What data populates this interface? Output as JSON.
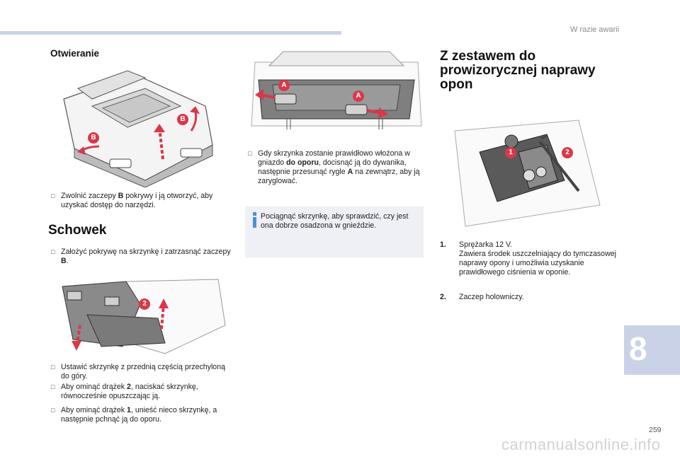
{
  "header": {
    "section": "W razie awarii"
  },
  "left": {
    "heading_open": "Otwieranie",
    "illus1_labels": [
      "B",
      "B"
    ],
    "p1_a": "Zwolnić zaczepy ",
    "p1_b": "B",
    "p1_c": " pokrywy i ją otworzyć, aby uzyskać dostęp do narzędzi.",
    "heading_storage": "Schowek",
    "p2_a": "Założyć pokrywę na skrzynkę i zatrzasnąć zaczepy ",
    "p2_b": "B",
    "p2_c": ".",
    "illus2_labels": [
      "2"
    ],
    "p3": "Ustawić skrzynkę z przednią częścią przechyloną do góry.",
    "p4_a": "Aby ominąć drążek ",
    "p4_b": "2",
    "p4_c": ", naciskać skrzynkę, równocześnie opuszczając ją.",
    "p5_a": "Aby ominąć drążek ",
    "p5_b": "1",
    "p5_c": ", unieść nieco skrzynkę, a następnie pchnąć ją do oporu."
  },
  "middle": {
    "illus_labels": [
      "A",
      "A"
    ],
    "p1_a": "Gdy skrzynka zostanie prawidłowo włożona w gniazdo ",
    "p1_b": "do oporu",
    "p1_c": ", docisnąć ją do dywanika, następnie przesunąć rygle ",
    "p1_d": "A",
    "p1_e": " na zewnątrz, aby ją zaryglować.",
    "info": "Pociągnąć skrzynkę, aby sprawdzić, czy jest ona dobrze osadzona w gnieździe."
  },
  "right": {
    "heading": "Z zestawem do prowizorycznej naprawy opon",
    "illus_labels": [
      "1",
      "2"
    ],
    "items": [
      {
        "num": "1.",
        "text": "Sprężarka 12 V.\nZawiera środek uszczelniający do tymczasowej naprawy opony i umożliwia uzyskanie prawidłowego ciśnienia w oponie."
      },
      {
        "num": "2.",
        "text": "Zaczep holowniczy."
      }
    ]
  },
  "footer": {
    "chapter": "8",
    "page": "259",
    "watermark": "carmanualsonline.info"
  },
  "colors": {
    "accent_red": "#d9384a",
    "tab": "#c9d2e6",
    "info_bg": "#eef0f6",
    "info_icon": "#4a90d9"
  }
}
